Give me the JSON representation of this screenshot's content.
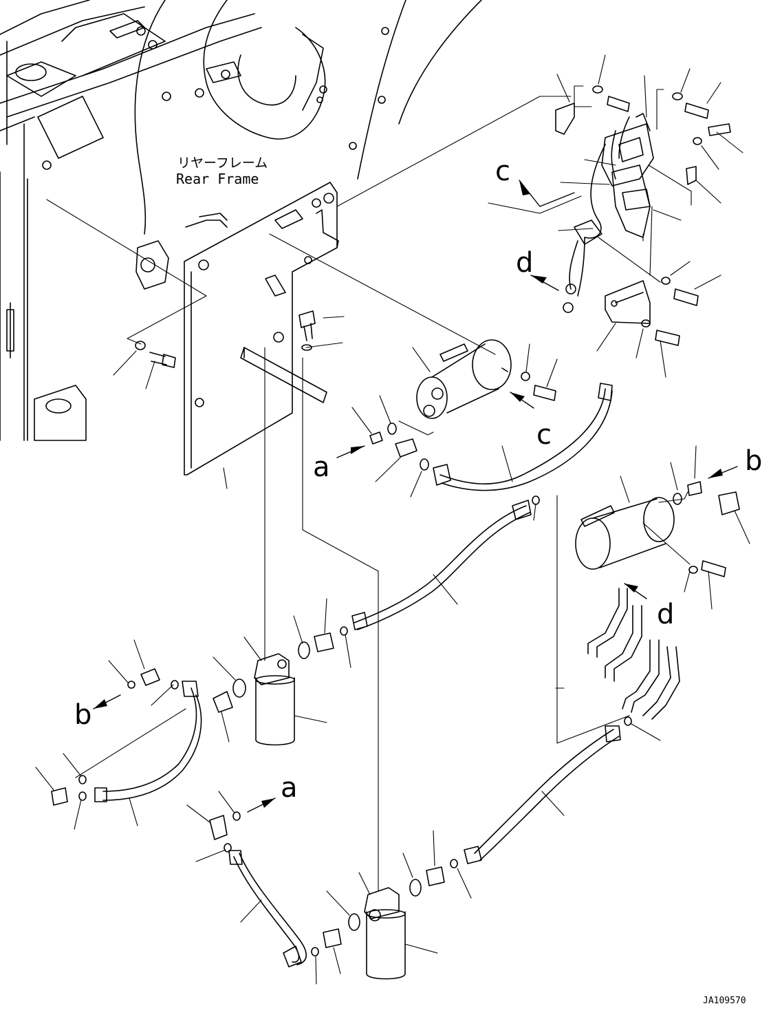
{
  "labels": {
    "frame_jp": "リヤーフレーム",
    "frame_en": "Rear Frame"
  },
  "callouts": [
    "c",
    "d",
    "c",
    "a",
    "b",
    "d",
    "b",
    "a"
  ],
  "drawing_number": "JA109570"
}
